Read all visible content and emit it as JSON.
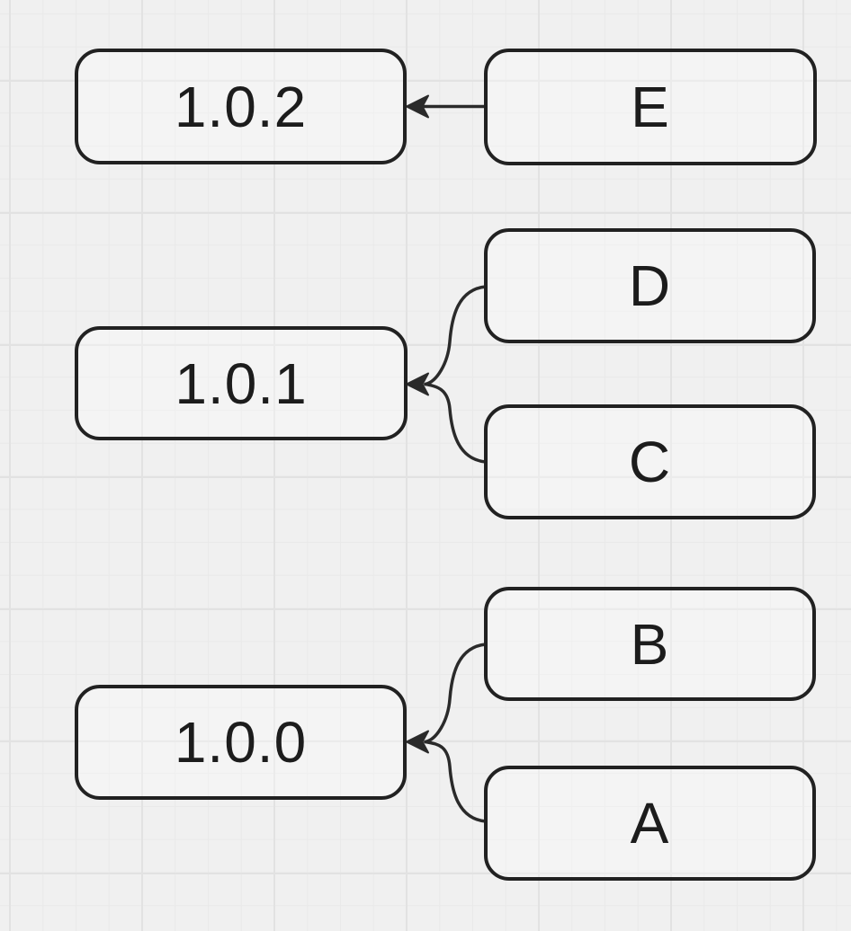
{
  "canvas": {
    "background_color": "#f0f0f0",
    "grid_minor_color": "#e9e9e9",
    "grid_major_color": "#e2e2e2",
    "shape_stroke_color": "#212121",
    "connector_color": "#2a2a2a",
    "text_color": "#1c1c1c"
  },
  "nodes": [
    {
      "id": "v102",
      "label": "1.0.2",
      "kind": "version"
    },
    {
      "id": "E",
      "label": "E",
      "kind": "item"
    },
    {
      "id": "v101",
      "label": "1.0.1",
      "kind": "version"
    },
    {
      "id": "D",
      "label": "D",
      "kind": "item"
    },
    {
      "id": "C",
      "label": "C",
      "kind": "item"
    },
    {
      "id": "v100",
      "label": "1.0.0",
      "kind": "version"
    },
    {
      "id": "B",
      "label": "B",
      "kind": "item"
    },
    {
      "id": "A",
      "label": "A",
      "kind": "item"
    }
  ],
  "edges": [
    {
      "from": "E",
      "to": "1.0.2"
    },
    {
      "from": "D",
      "to": "1.0.1"
    },
    {
      "from": "C",
      "to": "1.0.1"
    },
    {
      "from": "B",
      "to": "1.0.0"
    },
    {
      "from": "A",
      "to": "1.0.0"
    }
  ]
}
